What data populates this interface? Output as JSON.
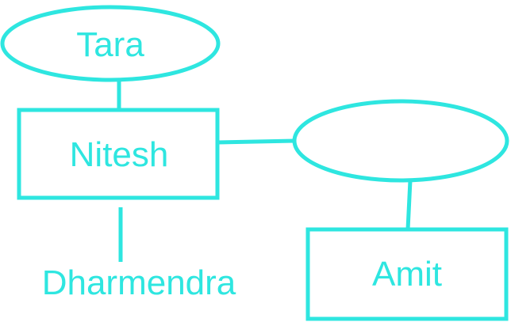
{
  "colors": {
    "stroke": "#2ee6e0",
    "text": "#2ee6e0",
    "background": "#ffffff"
  },
  "nodes": {
    "tara": {
      "shape": "ellipse",
      "label": "Tara"
    },
    "nitesh": {
      "shape": "rectangle",
      "label": "Nitesh"
    },
    "relationship": {
      "shape": "ellipse",
      "label": ""
    },
    "amit": {
      "shape": "rectangle",
      "label": "Amit"
    },
    "dharmendra": {
      "shape": "text",
      "label": "Dharmendra"
    }
  }
}
